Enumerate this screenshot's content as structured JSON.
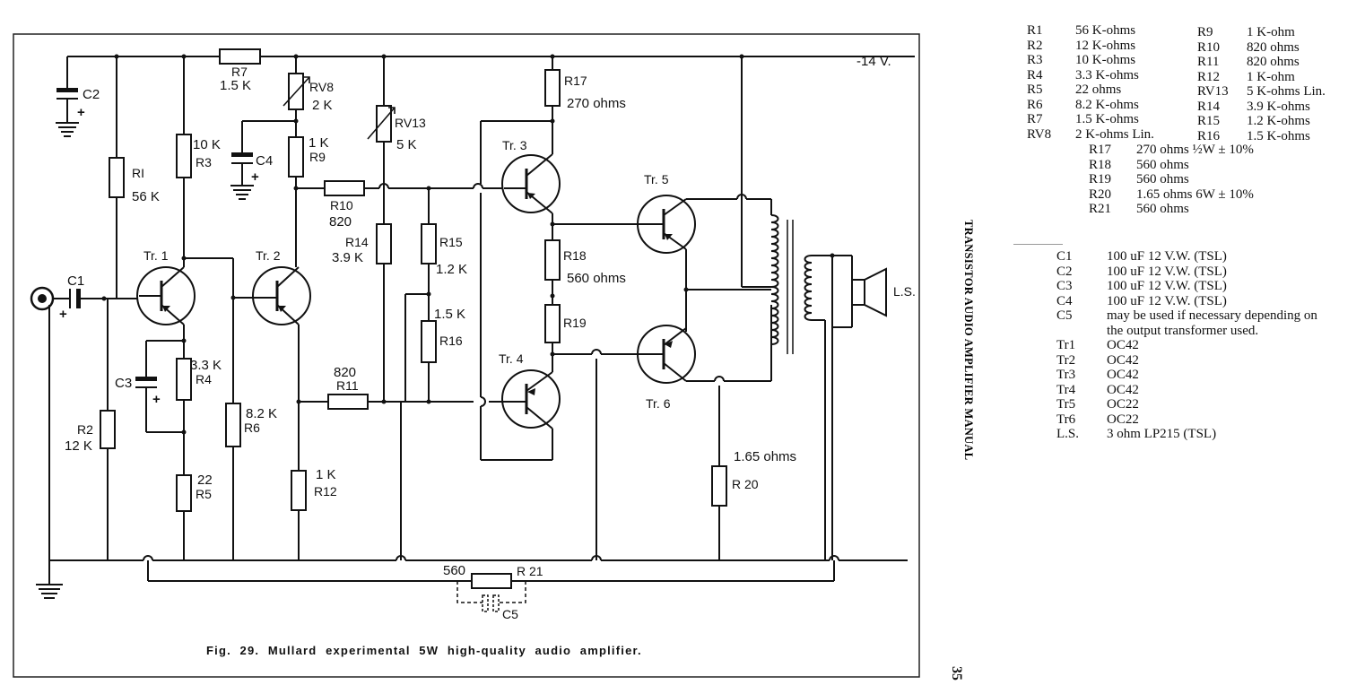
{
  "figure": {
    "caption": "Fig.  29.  Mullard  experimental  5W  high-quality  audio  amplifier.",
    "supply": "-14 V.",
    "labels": {
      "c2": "C2",
      "c4": "C4",
      "c1": "C1",
      "c3": "C3",
      "c5": "C5",
      "r1": "RI",
      "r1_val": "56 K",
      "r2": "R2",
      "r2_val": "12 K",
      "r3": "R3",
      "r3_val": "10 K",
      "r4": "R4",
      "r4_val": "3.3 K",
      "r5": "R5",
      "r5_val": "22",
      "r6": "R6",
      "r6_val": "8.2 K",
      "r7": "R7",
      "r7_val": "1.5 K",
      "rv8": "RV8",
      "rv8_val": "2 K",
      "r9": "R9",
      "r9_val": "1 K",
      "r10": "R10",
      "r10_val": "820",
      "r11": "R11",
      "r11_val": "820",
      "r12": "R12",
      "r12_val": "1 K",
      "rv13": "RV13",
      "rv13_val": "5 K",
      "r14": "R14",
      "r14_val": "3.9 K",
      "r15": "R15",
      "r15_val": "1.2 K",
      "r16": "R16",
      "r16_val": "1.5 K",
      "r17": "R17",
      "r17_val": "270 ohms",
      "r18": "R18",
      "r18_val": "560 ohms",
      "r19": "R19",
      "r20": "R 20",
      "r20_val": "1.65 ohms",
      "r21": "R 21",
      "r21_val": "560",
      "tr1": "Tr. 1",
      "tr2": "Tr. 2",
      "tr3": "Tr. 3",
      "tr4": "Tr. 4",
      "tr5": "Tr. 5",
      "tr6": "Tr. 6",
      "ls": "L.S.",
      "plus": "+"
    }
  },
  "resistor_list_left": [
    {
      "ref": "R1",
      "val": "56 K-ohms"
    },
    {
      "ref": "R2",
      "val": "12 K-ohms"
    },
    {
      "ref": "R3",
      "val": "10 K-ohms"
    },
    {
      "ref": "R4",
      "val": "3.3 K-ohms"
    },
    {
      "ref": "R5",
      "val": "22 ohms"
    },
    {
      "ref": "R6",
      "val": "8.2 K-ohms"
    },
    {
      "ref": "R7",
      "val": "1.5 K-ohms"
    },
    {
      "ref": "RV8",
      "val": "2 K-ohms Lin."
    }
  ],
  "resistor_list_right": [
    {
      "ref": "R9",
      "val": "1 K-ohm"
    },
    {
      "ref": "R10",
      "val": "820 ohms"
    },
    {
      "ref": "R11",
      "val": "820 ohms"
    },
    {
      "ref": "R12",
      "val": "1 K-ohm"
    },
    {
      "ref": "RV13",
      "val": "5 K-ohms Lin."
    },
    {
      "ref": "R14",
      "val": "3.9 K-ohms"
    },
    {
      "ref": "R15",
      "val": "1.2 K-ohms"
    },
    {
      "ref": "R16",
      "val": "1.5 K-ohms"
    }
  ],
  "resistor_list_bottom": [
    {
      "ref": "R17",
      "val": "270 ohms ½W ± 10%"
    },
    {
      "ref": "R18",
      "val": "560 ohms"
    },
    {
      "ref": "R19",
      "val": "560 ohms"
    },
    {
      "ref": "R20",
      "val": "1.65 ohms 6W ± 10%"
    },
    {
      "ref": "R21",
      "val": "560 ohms"
    }
  ],
  "component_list": [
    {
      "ref": "C1",
      "val": "100 uF 12 V.W. (TSL)"
    },
    {
      "ref": "C2",
      "val": "100 uF 12 V.W. (TSL)"
    },
    {
      "ref": "C3",
      "val": "100 uF 12 V.W. (TSL)"
    },
    {
      "ref": "C4",
      "val": "100 uF 12 V.W. (TSL)"
    },
    {
      "ref": "C5",
      "val": "may be used if necessary depending on the output transformer used."
    },
    {
      "ref": "Tr1",
      "val": "OC42"
    },
    {
      "ref": "Tr2",
      "val": "OC42"
    },
    {
      "ref": "Tr3",
      "val": "OC42"
    },
    {
      "ref": "Tr4",
      "val": "OC42"
    },
    {
      "ref": "Tr5",
      "val": "OC22"
    },
    {
      "ref": "Tr6",
      "val": "OC22"
    },
    {
      "ref": "L.S.",
      "val": "3 ohm LP215 (TSL)"
    }
  ],
  "side_title": "TRANSISTOR AUDIO AMPLIFIER MANUAL",
  "page_number": "35"
}
